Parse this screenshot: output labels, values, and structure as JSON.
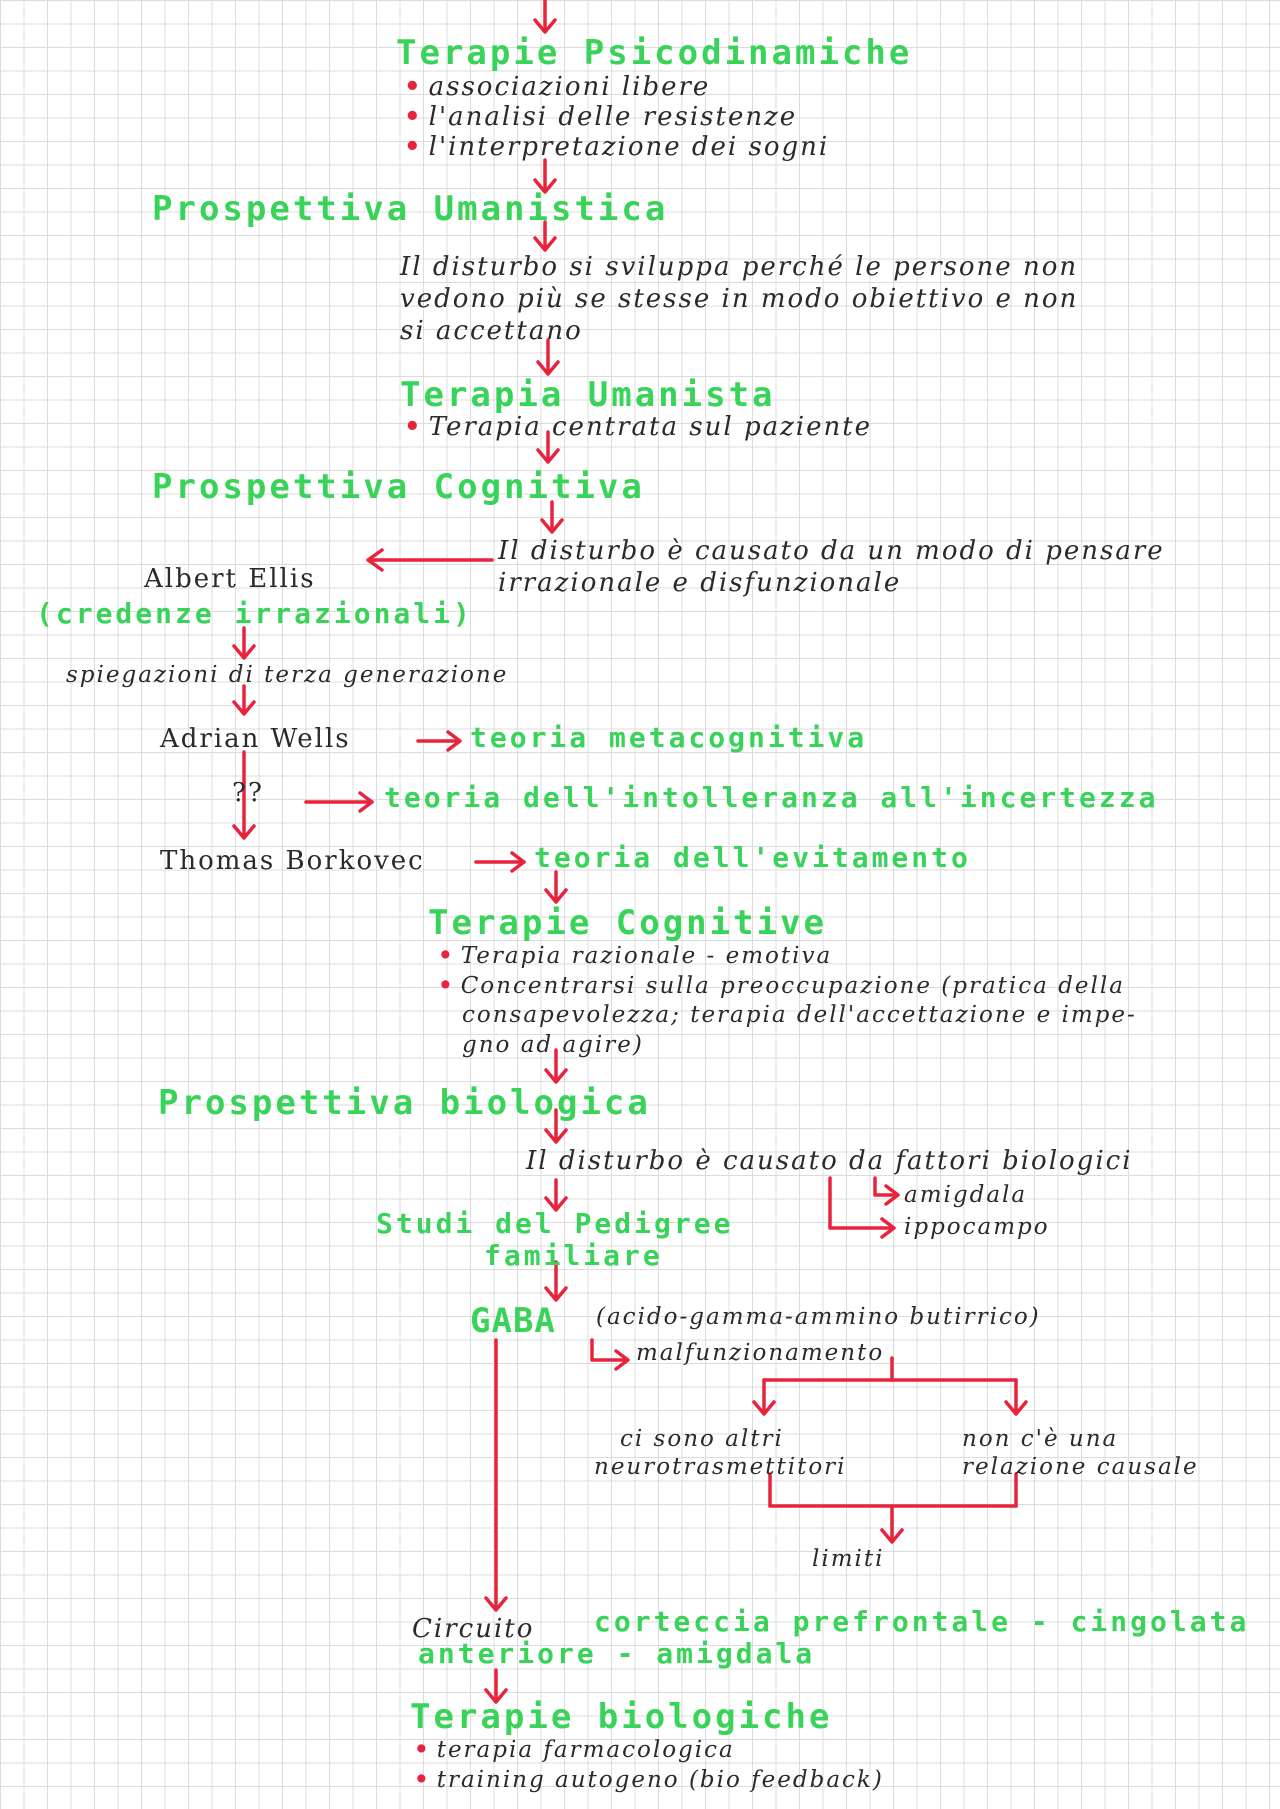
{
  "terapie_psicodinamiche": {
    "title": "Terapie Psicodinamiche",
    "items": [
      "associazioni libere",
      "l'analisi delle resistenze",
      "l'interpretazione dei sogni"
    ]
  },
  "prospettiva_umanistica": {
    "title": "Prospettiva Umanistica",
    "desc": [
      "Il disturbo si sviluppa perché le persone non",
      "vedono più se stesse in modo obiettivo e non",
      "si accettano"
    ]
  },
  "terapia_umanista": {
    "title": "Terapia Umanista",
    "items": [
      "Terapia centrata sul paziente"
    ]
  },
  "prospettiva_cognitiva": {
    "title": "Prospettiva Cognitiva",
    "desc": [
      "Il disturbo è causato da un modo di pensare",
      "irrazionale e disfunzionale"
    ],
    "ellis_name": "Albert Ellis",
    "ellis_note": "(credenze irrazionali)",
    "spiegazioni": "spiegazioni di terza generazione",
    "wells_name": "Adrian Wells",
    "wells_theory": "teoria metacognitiva",
    "unknown": "??",
    "unknown_theory": "teoria dell'intolleranza all'incertezza",
    "borkovec_name": "Thomas Borkovec",
    "borkovec_theory": "teoria dell'evitamento"
  },
  "terapie_cognitive": {
    "title": "Terapie Cognitive",
    "items": [
      [
        "Terapia razionale - emotiva"
      ],
      [
        "Concentrarsi sulla preoccupazione (pratica della",
        "consapevolezza; terapia dell'accettazione e impe-",
        "gno ad agire)"
      ]
    ]
  },
  "prospettiva_biologica": {
    "title": "Prospettiva biologica",
    "desc": "Il disturbo è causato da fattori biologici",
    "sub1": "amigdala",
    "sub2": "ippocampo",
    "studi": [
      "Studi del Pedigree",
      "familiare"
    ],
    "gaba": "GABA",
    "gaba_full": "(acido-gamma-ammino butirrico)",
    "malfunz": "malfunzionamento",
    "branch_left": [
      "ci sono altri",
      "neurotrasmettitori"
    ],
    "branch_right": [
      "non c'è una",
      "relazione causale"
    ],
    "limiti": "limiti",
    "circuito_prefix": "Circuito",
    "circuito": [
      "corteccia prefrontale - cingolata",
      "anteriore - amigdala"
    ]
  },
  "terapie_biologiche": {
    "title": "Terapie biologiche",
    "items": [
      "terapia farmacologica",
      "training autogeno (bio feedback)"
    ]
  }
}
